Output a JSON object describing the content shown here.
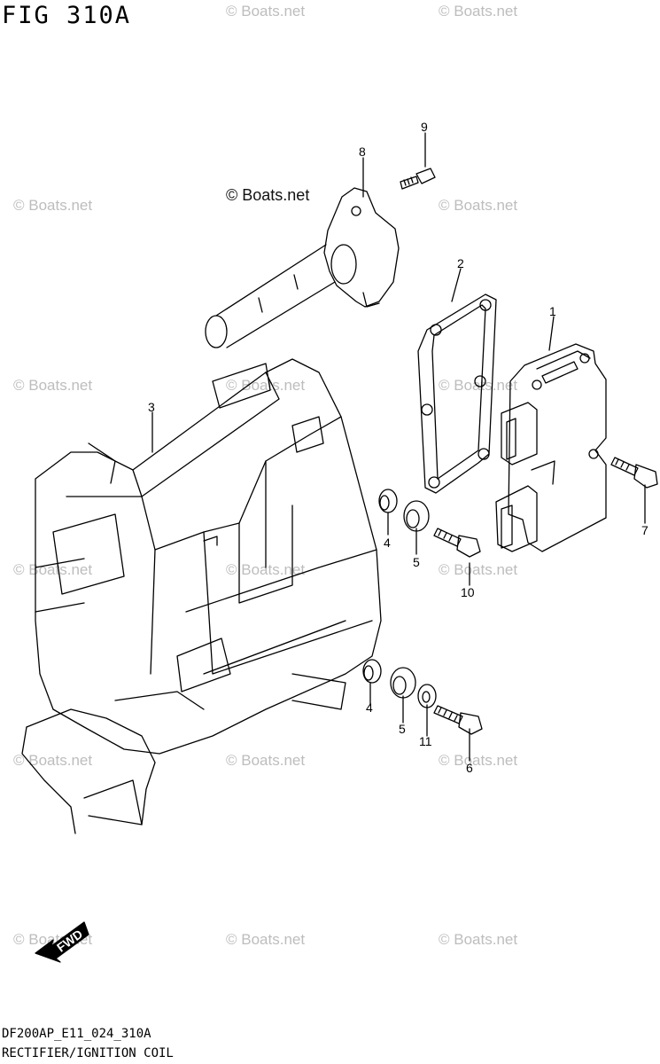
{
  "figure": {
    "title": "FIG 310A"
  },
  "watermark": {
    "text": "© Boats.net",
    "main_text": "© Boats.net"
  },
  "callouts": {
    "c1": "1",
    "c2": "2",
    "c3": "3",
    "c4a": "4",
    "c4b": "4",
    "c5a": "5",
    "c5b": "5",
    "c6": "6",
    "c7": "7",
    "c8": "8",
    "c9": "9",
    "c10": "10",
    "c11": "11"
  },
  "fwd_label": "FWD",
  "footer": {
    "code": "DF200AP_E11_024_310A",
    "title": "RECTIFIER/IGNITION COIL"
  }
}
